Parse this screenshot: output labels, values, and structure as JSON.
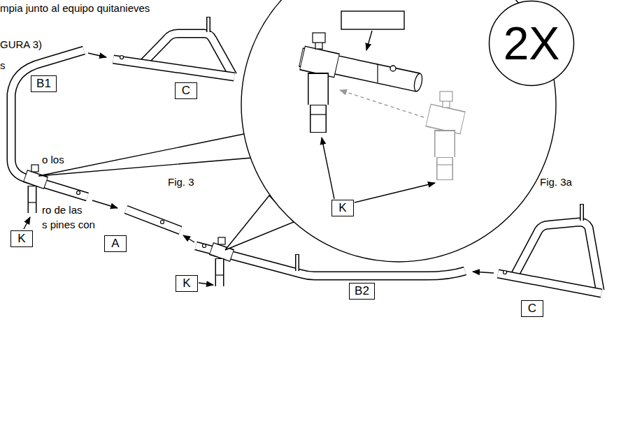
{
  "diagram": {
    "nodes": [
      {
        "text": [
          "2X"
        ]
      },
      {
        "text": [
          "B1"
        ]
      },
      {
        "text": [
          "C"
        ]
      },
      {
        "text": [
          "K"
        ]
      },
      {
        "text": [
          "K"
        ]
      },
      {
        "text": [
          "A"
        ]
      },
      {
        "text": [
          "K"
        ]
      },
      {
        "text": [
          "B2"
        ]
      },
      {
        "text": [
          "C"
        ]
      }
    ],
    "labels": [
      "mpia junto al equipo quitanieves",
      "GURA 3)",
      "s",
      "o los",
      "Fig. 3",
      "Fig. 3a",
      "ro de las",
      "s pines con"
    ]
  }
}
